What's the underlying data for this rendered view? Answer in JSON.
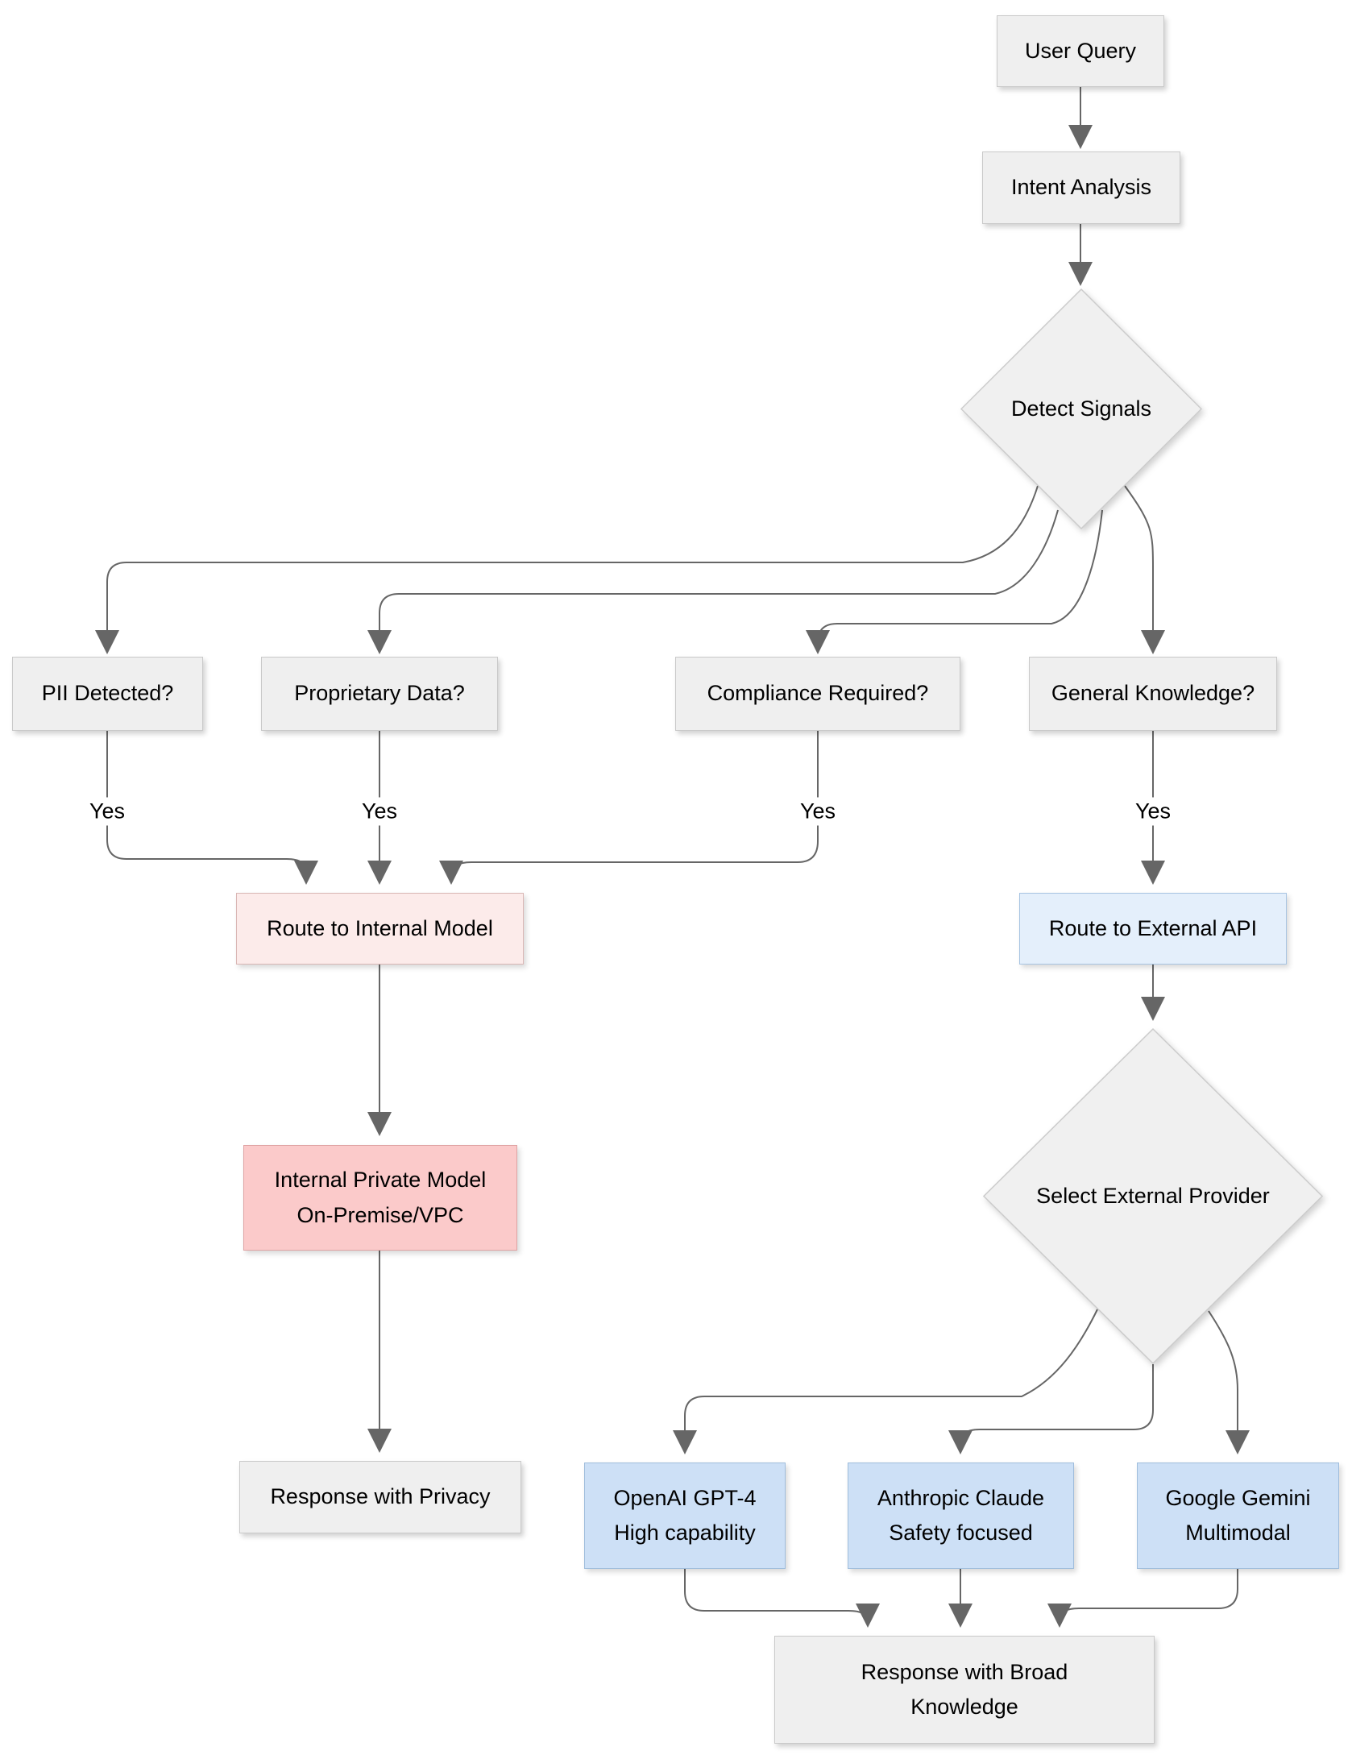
{
  "diagram": {
    "type": "flowchart",
    "nodes": {
      "user_query": {
        "label": "User Query"
      },
      "intent_analysis": {
        "label": "Intent Analysis"
      },
      "detect_signals": {
        "label": "Detect Signals"
      },
      "pii_detected": {
        "label": "PII Detected?"
      },
      "proprietary_data": {
        "label": "Proprietary Data?"
      },
      "compliance_required": {
        "label": "Compliance Required?"
      },
      "general_knowledge": {
        "label": "General Knowledge?"
      },
      "route_internal": {
        "label": "Route to Internal Model"
      },
      "route_external": {
        "label": "Route to External API"
      },
      "internal_private_model": {
        "lines": [
          "Internal Private Model",
          "On-Premise/VPC"
        ]
      },
      "select_external_provider": {
        "label": "Select External Provider"
      },
      "openai": {
        "lines": [
          "OpenAI GPT-4",
          "High capability"
        ]
      },
      "anthropic": {
        "lines": [
          "Anthropic Claude",
          "Safety focused"
        ]
      },
      "gemini": {
        "lines": [
          "Google Gemini",
          "Multimodal"
        ]
      },
      "response_privacy": {
        "label": "Response with Privacy"
      },
      "response_broad": {
        "lines": [
          "Response with Broad",
          "Knowledge"
        ]
      }
    },
    "edge_labels": {
      "pii_yes": "Yes",
      "proprietary_yes": "Yes",
      "compliance_yes": "Yes",
      "general_yes": "Yes"
    },
    "colors": {
      "node_gray_fill": "#efefef",
      "node_gray_border": "#c9c9c9",
      "pink_light_fill": "#fcebea",
      "pink_light_border": "#d9b6b4",
      "pink_fill": "#fbcaca",
      "pink_border": "#dfa3a3",
      "blue_light_fill": "#e4effb",
      "blue_light_border": "#a7c4e2",
      "blue_fill": "#cde0f6",
      "blue_border": "#9fbddc",
      "edge": "#666666",
      "text": "#000000"
    }
  }
}
